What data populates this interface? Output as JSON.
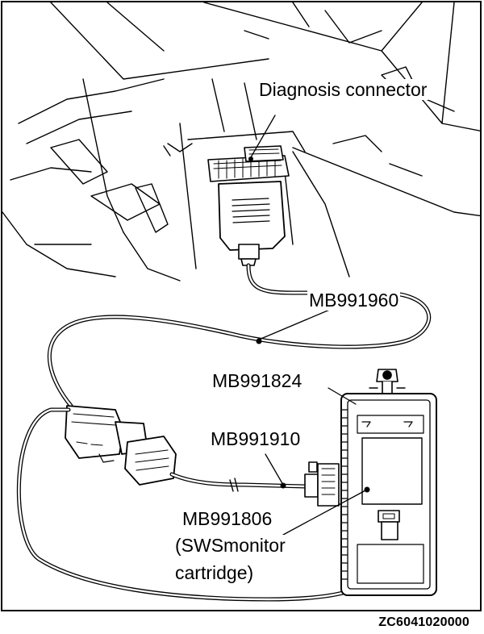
{
  "labels": {
    "diagnosis_connector": "Diagnosis connector",
    "cable_main": "MB991960",
    "vci_unit": "MB991824",
    "adapter_cable": "MB991910",
    "cartridge_code": "MB991806",
    "cartridge_name": "(SWSmonitor",
    "cartridge_word": "cartridge)"
  },
  "figure_code": "ZC6041020000"
}
